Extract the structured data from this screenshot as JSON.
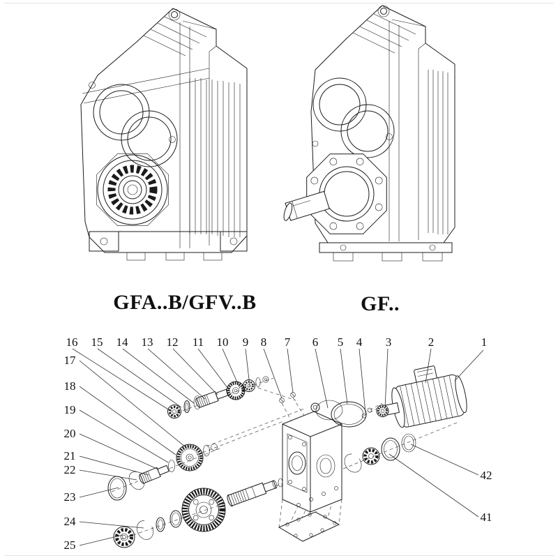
{
  "figures": {
    "left_label": "GFA..B/GFV..B",
    "right_label": "GF.."
  },
  "exploded": {
    "top": [
      "16",
      "15",
      "14",
      "13",
      "12",
      "11",
      "10",
      "9",
      "8",
      "7",
      "6",
      "5",
      "4",
      "3",
      "2",
      "1"
    ],
    "left": [
      "17",
      "18",
      "19",
      "20",
      "21",
      "22",
      "23",
      "24",
      "25"
    ],
    "right": [
      "42",
      "41"
    ]
  },
  "colors": {
    "line": "#1b1b1b",
    "background": "#ffffff"
  }
}
